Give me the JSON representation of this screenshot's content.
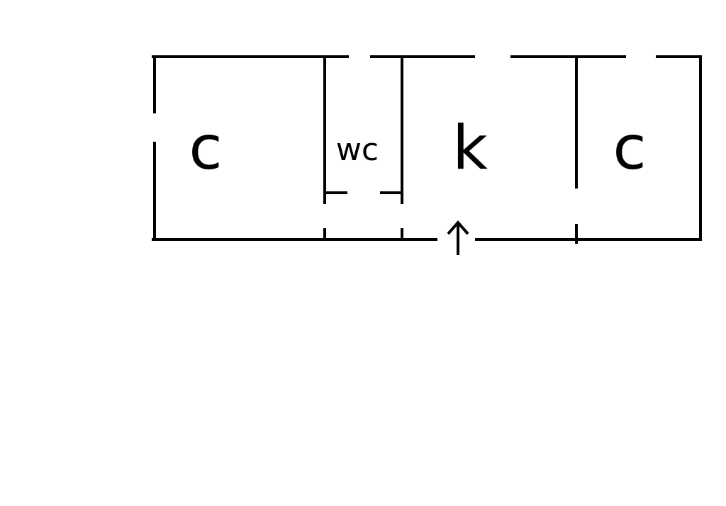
{
  "diagram": {
    "rooms": [
      {
        "id": "room-1",
        "label": "c"
      },
      {
        "id": "room-2",
        "label": "wc"
      },
      {
        "id": "room-3",
        "label": "k"
      },
      {
        "id": "room-4",
        "label": "c"
      }
    ],
    "entrance_icon": "up-arrow-icon",
    "line_color": "#000000",
    "background_color": "#ffffff"
  }
}
